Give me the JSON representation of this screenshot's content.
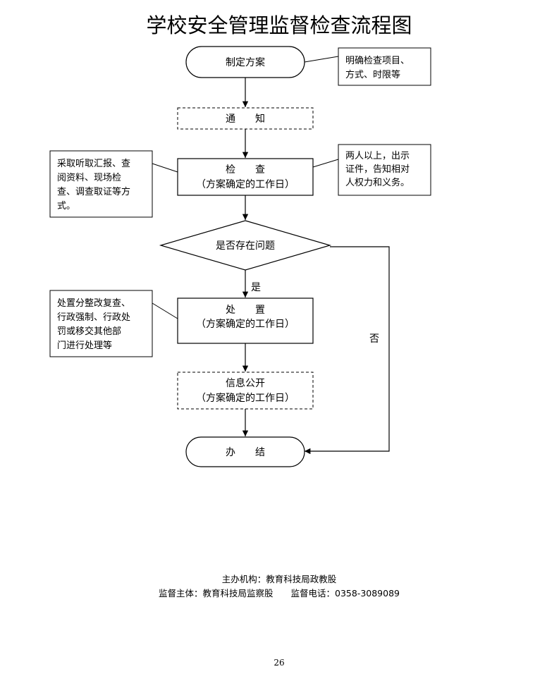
{
  "title": "学校安全管理监督检查流程图",
  "nodes": {
    "draft_plan": "制定方案",
    "notify": "通　　知",
    "inspect": [
      "检　　查",
      "（方案确定的工作日）"
    ],
    "decision": "是否存在问题",
    "handle": [
      "处　　置",
      "（方案确定的工作日）"
    ],
    "disclose": [
      "信息公开",
      "（方案确定的工作日）"
    ],
    "close": "办　　结"
  },
  "notes": {
    "plan_note": [
      "明确检查项目、",
      "方式、时限等"
    ],
    "inspect_left": [
      "采取听取汇报、查",
      "阅资料、现场检",
      "查、调查取证等方",
      "式。"
    ],
    "inspect_right": [
      "两人以上，出示",
      "证件，告知相对",
      "人权力和义务。"
    ],
    "handle_left": [
      "处置分整改复查、",
      "行政强制、行政处",
      "罚或移交其他部",
      "门进行处理等"
    ]
  },
  "edge_labels": {
    "yes": "是",
    "no": "否"
  },
  "footer": {
    "organizer": "主办机构：教育科技局政教股",
    "supervisor": "监督主体：教育科技局监察股　　监督电话：0358-3089089"
  },
  "page_number": "26"
}
